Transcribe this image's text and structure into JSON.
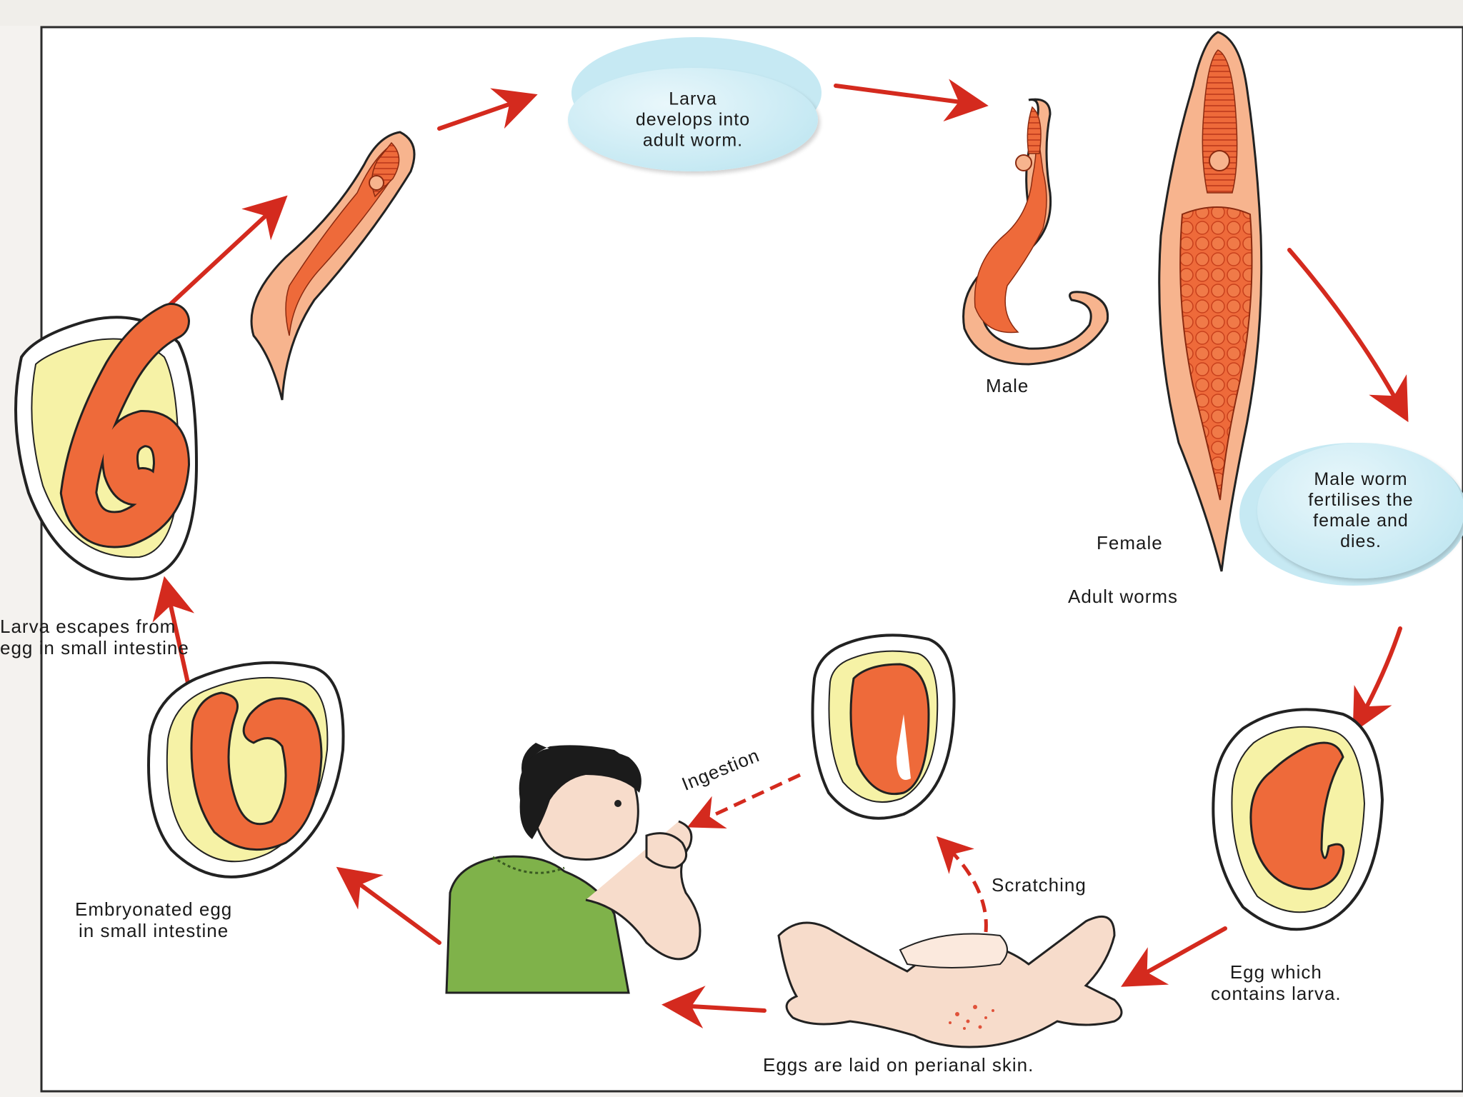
{
  "bubbles": {
    "larva_develops": "Larva\ndevelops into\nadult worm.",
    "male_fertilises": "Male worm\nfertilises the\nfemale and\ndies."
  },
  "labels": {
    "male": "Male",
    "female": "Female",
    "adult_worms": "Adult worms",
    "larva_escapes": "Larva escapes from\negg in small intestine",
    "embryonated_egg": "Embryonated egg\nin small intestine",
    "egg_contains_larva": "Egg which\ncontains larva.",
    "eggs_laid": "Eggs are laid on perianal skin.",
    "ingestion": "Ingestion",
    "scratching": "Scratching"
  },
  "colors": {
    "arrow": "#d42a1e",
    "worm_body": "#ee6a3a",
    "worm_light": "#f7b48e",
    "egg_yolk": "#f6f2a6",
    "bubble": "#c6e9f3",
    "shirt": "#7fb24a",
    "skin": "#f7dccb"
  }
}
